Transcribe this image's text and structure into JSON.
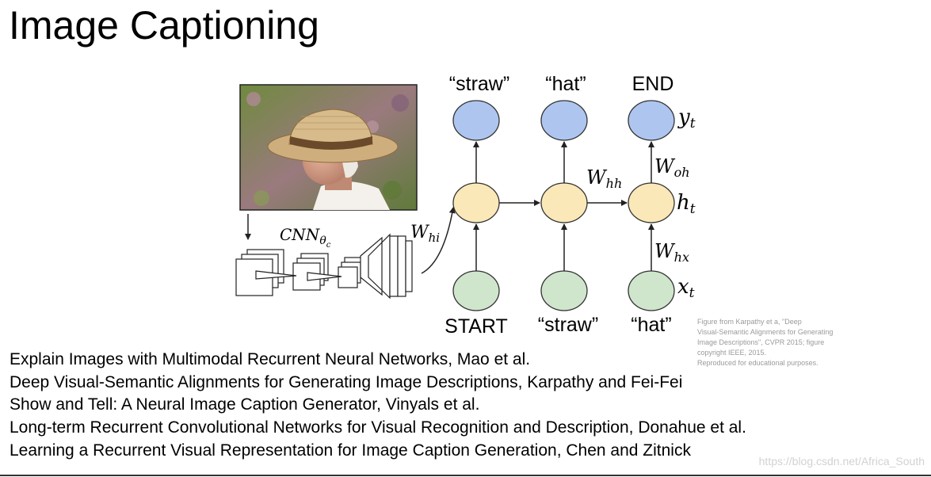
{
  "slide": {
    "title": "Image Captioning"
  },
  "diagram": {
    "image_icon": "photo-man-straw-hat",
    "cnn_label": "CNN",
    "cnn_sub": "θ",
    "cnn_subsub": "c",
    "outputs": [
      "“straw”",
      "“hat”",
      "END"
    ],
    "inputs": [
      "START",
      "“straw”",
      "“hat”"
    ],
    "weights": {
      "whi": {
        "base": "W",
        "sub": "hi"
      },
      "whh": {
        "base": "W",
        "sub": "hh"
      },
      "woh": {
        "base": "W",
        "sub": "oh"
      },
      "whx": {
        "base": "W",
        "sub": "hx"
      }
    },
    "side_labels": {
      "y": {
        "base": "y",
        "sub": "t"
      },
      "h": {
        "base": "h",
        "sub": "t"
      },
      "x": {
        "base": "x",
        "sub": "t"
      }
    },
    "colors": {
      "output_node": "#aec6ef",
      "hidden_node": "#fbe8b8",
      "input_node": "#cfe6cc",
      "stroke": "#333333"
    }
  },
  "credit": {
    "lines": [
      "Figure from Karpathy et a, \"Deep",
      "Visual-Semantic Alignments for Generating",
      "Image Descriptions\", CVPR 2015; figure",
      "copyright IEEE, 2015.",
      "Reproduced for educational purposes."
    ]
  },
  "references": [
    "Explain Images with Multimodal Recurrent Neural Networks, Mao et al.",
    "Deep Visual-Semantic Alignments for Generating Image Descriptions, Karpathy and Fei-Fei",
    "Show and Tell: A Neural Image Caption Generator, Vinyals et al.",
    "Long-term Recurrent Convolutional Networks for Visual Recognition and Description, Donahue et al.",
    "Learning a Recurrent Visual Representation for Image Caption Generation, Chen and Zitnick"
  ],
  "watermark": "https://blog.csdn.net/Africa_South"
}
